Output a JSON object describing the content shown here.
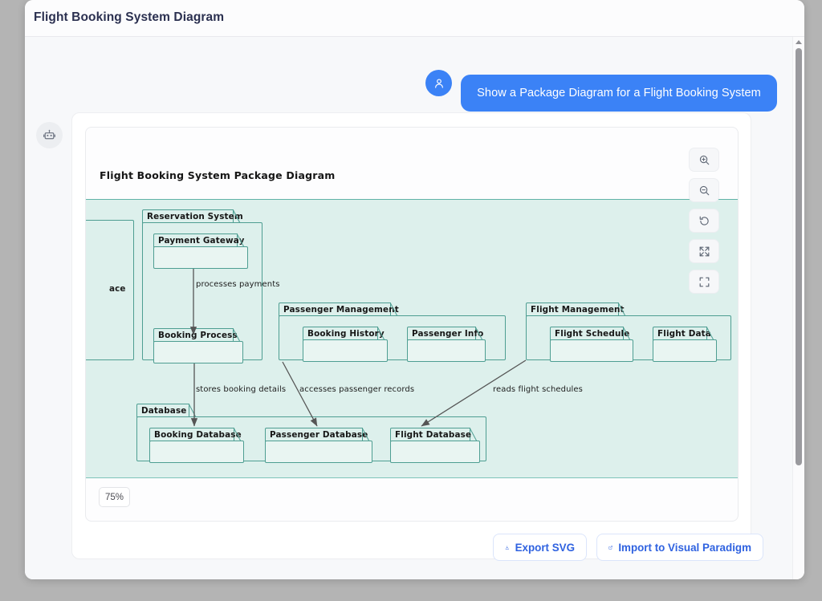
{
  "window": {
    "title": "Flight Booking System Diagram"
  },
  "chat": {
    "user_message": "Show a Package Diagram for a Flight Booking System",
    "user_avatar_icon": "user-icon",
    "bot_avatar_icon": "robot-icon"
  },
  "diagram_card": {
    "title": "Flight Booking System Package Diagram",
    "zoom_level": "75%",
    "toolbar": [
      {
        "name": "zoom-in-button",
        "icon": "magnifier-plus-icon"
      },
      {
        "name": "zoom-out-button",
        "icon": "magnifier-minus-icon"
      },
      {
        "name": "reset-view-button",
        "icon": "rotate-counterclockwise-icon"
      },
      {
        "name": "fit-to-screen-button",
        "icon": "arrows-collapse-icon"
      },
      {
        "name": "fullscreen-button",
        "icon": "expand-corners-icon"
      }
    ]
  },
  "actions": {
    "export_svg": "Export SVG",
    "export_svg_icon": "download-icon",
    "import_vp": "Import to Visual Paradigm",
    "import_vp_icon": "external-link-icon"
  },
  "scrollbar": {
    "up_arrow_icon": "triangle-up-icon"
  },
  "diagram": {
    "type": "uml-package-diagram",
    "colors": {
      "canvas_background": "#ddf0ec",
      "package_fill": "#ddf0ec",
      "leaf_fill": "#e9f5f2",
      "package_border": "#4e9e92",
      "edge_stroke": "#555555",
      "text": "#161616"
    },
    "clipped_package": {
      "label": "ace"
    },
    "packages": [
      {
        "id": "reservation-system",
        "label": "Reservation System",
        "children": [
          {
            "id": "payment-gateway",
            "label": "Payment Gateway"
          },
          {
            "id": "booking-process",
            "label": "Booking Process"
          }
        ]
      },
      {
        "id": "passenger-management",
        "label": "Passenger Management",
        "children": [
          {
            "id": "booking-history",
            "label": "Booking History"
          },
          {
            "id": "passenger-info",
            "label": "Passenger Info"
          }
        ]
      },
      {
        "id": "flight-management",
        "label": "Flight Management",
        "children": [
          {
            "id": "flight-schedule",
            "label": "Flight Schedule"
          },
          {
            "id": "flight-data",
            "label": "Flight Data"
          }
        ]
      },
      {
        "id": "database",
        "label": "Database",
        "children": [
          {
            "id": "booking-database",
            "label": "Booking Database"
          },
          {
            "id": "passenger-database",
            "label": "Passenger Database"
          },
          {
            "id": "flight-database",
            "label": "Flight Database"
          }
        ]
      }
    ],
    "edges": [
      {
        "id": "edge-processes-payments",
        "label": "processes payments",
        "from": "payment-gateway",
        "to": "booking-process"
      },
      {
        "id": "edge-stores-booking-details",
        "label": "stores booking details",
        "from": "booking-process",
        "to": "booking-database"
      },
      {
        "id": "edge-accesses-passenger-records",
        "label": "accesses passenger records",
        "from": "passenger-management",
        "to": "passenger-database"
      },
      {
        "id": "edge-reads-flight-schedules",
        "label": "reads flight schedules",
        "from": "flight-management",
        "to": "flight-database"
      }
    ]
  }
}
